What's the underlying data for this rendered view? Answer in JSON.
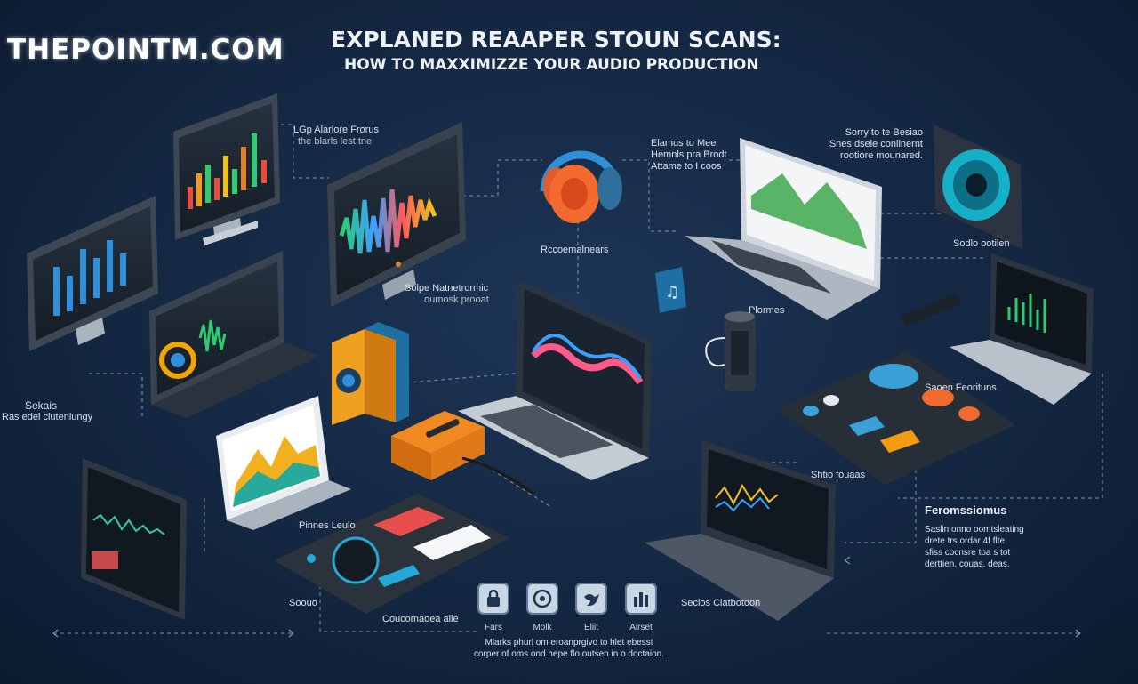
{
  "header": {
    "brand": "THEPOINTM.COM",
    "title": "EXPLANED REAAPER STOUN SCANS:",
    "subtitle": "HOW TO MAXXIMIZZE YOUR AUDIO PRODUCTION"
  },
  "labels": {
    "top_left_monitor": [
      "LGp Alarlore Frorus",
      "the blarls lest tne"
    ],
    "headphones": "Rccoemalnears",
    "laptop_center_top": [
      "Elamus to Mee",
      "Hemnls pra Brodt",
      "Attame to I coos"
    ],
    "disc": [
      "Sorry to te Besiao",
      "Snes dsele coniinernt",
      "rootiore mounared."
    ],
    "disc_caption": "Sodlo ootilen",
    "interface": [
      "Solpe Natnetrormic",
      "oumosk prooat"
    ],
    "center_laptop_tag": "Plormes",
    "left_side": [
      "Sekais",
      "Ras edel clutenlungy"
    ],
    "controller": "Saoen Feorituns",
    "mixer": "Shtio fouaas",
    "small_laptop": "Pinnes Leulo",
    "pad_left": "Soouo",
    "pad_center": "Coucomaoea alle",
    "workstation": "Seclos Clatbotoon",
    "right_panel_title": "Feromssiomus",
    "right_panel_lines": [
      "Saslin onno oomtsleating",
      "drete trs ordar 4f flte",
      "sfiss cocnsre toa s tot",
      "derttien, couas. deas."
    ],
    "features": [
      "Fars",
      "Molk",
      "Eliit",
      "Airset"
    ],
    "footer": [
      "Mlarks phurl om eroanprgivo to hlet ebesst",
      "corper of oms ond hepe flo outsen in o doctaion."
    ]
  },
  "icons": [
    "lock-icon",
    "disc-icon",
    "bird-icon",
    "bars-icon"
  ]
}
